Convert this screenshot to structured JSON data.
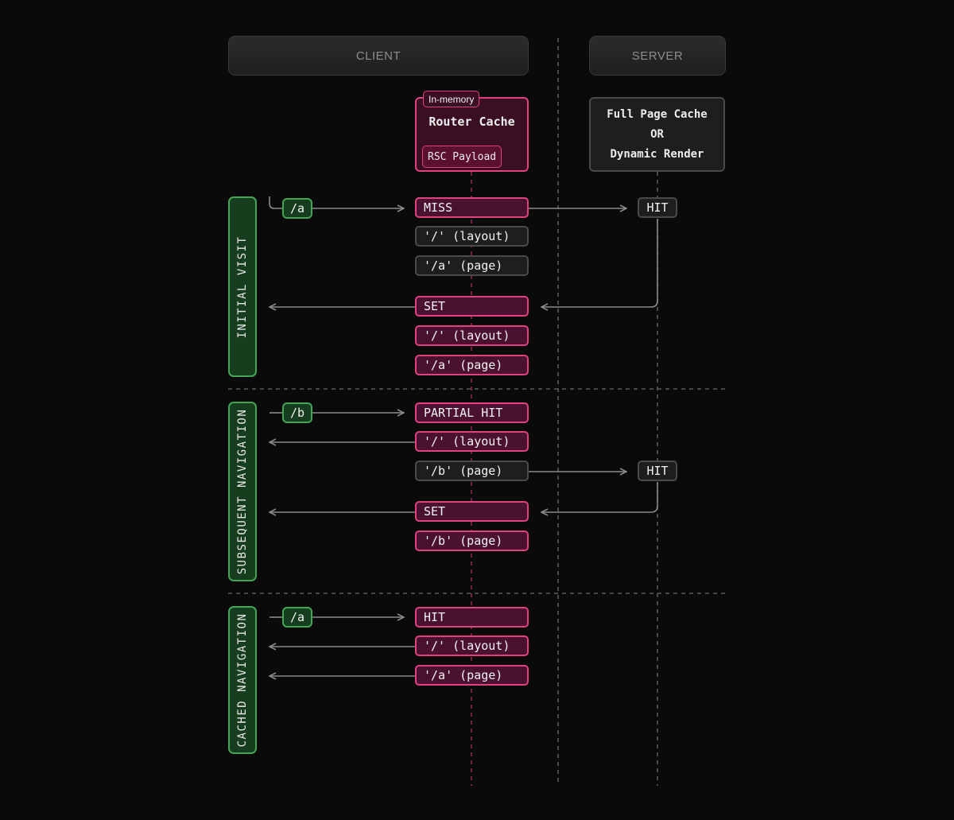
{
  "columns": {
    "client": "CLIENT",
    "server": "SERVER"
  },
  "router_cache": {
    "tag": "In-memory",
    "title": "Router Cache",
    "payload": "RSC Payload"
  },
  "server_box": {
    "line1": "Full Page Cache",
    "line2": "OR",
    "line3": "Dynamic Render"
  },
  "phases": [
    {
      "label": "INITIAL VISIT",
      "route": "/a",
      "request": "MISS",
      "lookups": [
        "'/' (layout)",
        "'/a' (page)"
      ],
      "server_result": "HIT",
      "set": "SET",
      "stored": [
        "'/' (layout)",
        "'/a' (page)"
      ]
    },
    {
      "label": "SUBSEQUENT NAVIGATION",
      "route": "/b",
      "request": "PARTIAL HIT",
      "cached": "'/' (layout)",
      "missing": "'/b' (page)",
      "server_result": "HIT",
      "set": "SET",
      "stored": [
        "'/b' (page)"
      ]
    },
    {
      "label": "CACHED NAVIGATION",
      "route": "/a",
      "request": "HIT",
      "cached": [
        "'/' (layout)",
        "'/a' (page)"
      ]
    }
  ],
  "colors": {
    "background": "#0a0a0a",
    "router_cache_accent": "#e0427f",
    "route_accent": "#45a557",
    "neutral_border": "#4a4a4a",
    "arrow": "#8a8a8a"
  },
  "icons": [
    "arrow-right-icon",
    "arrow-left-icon"
  ]
}
